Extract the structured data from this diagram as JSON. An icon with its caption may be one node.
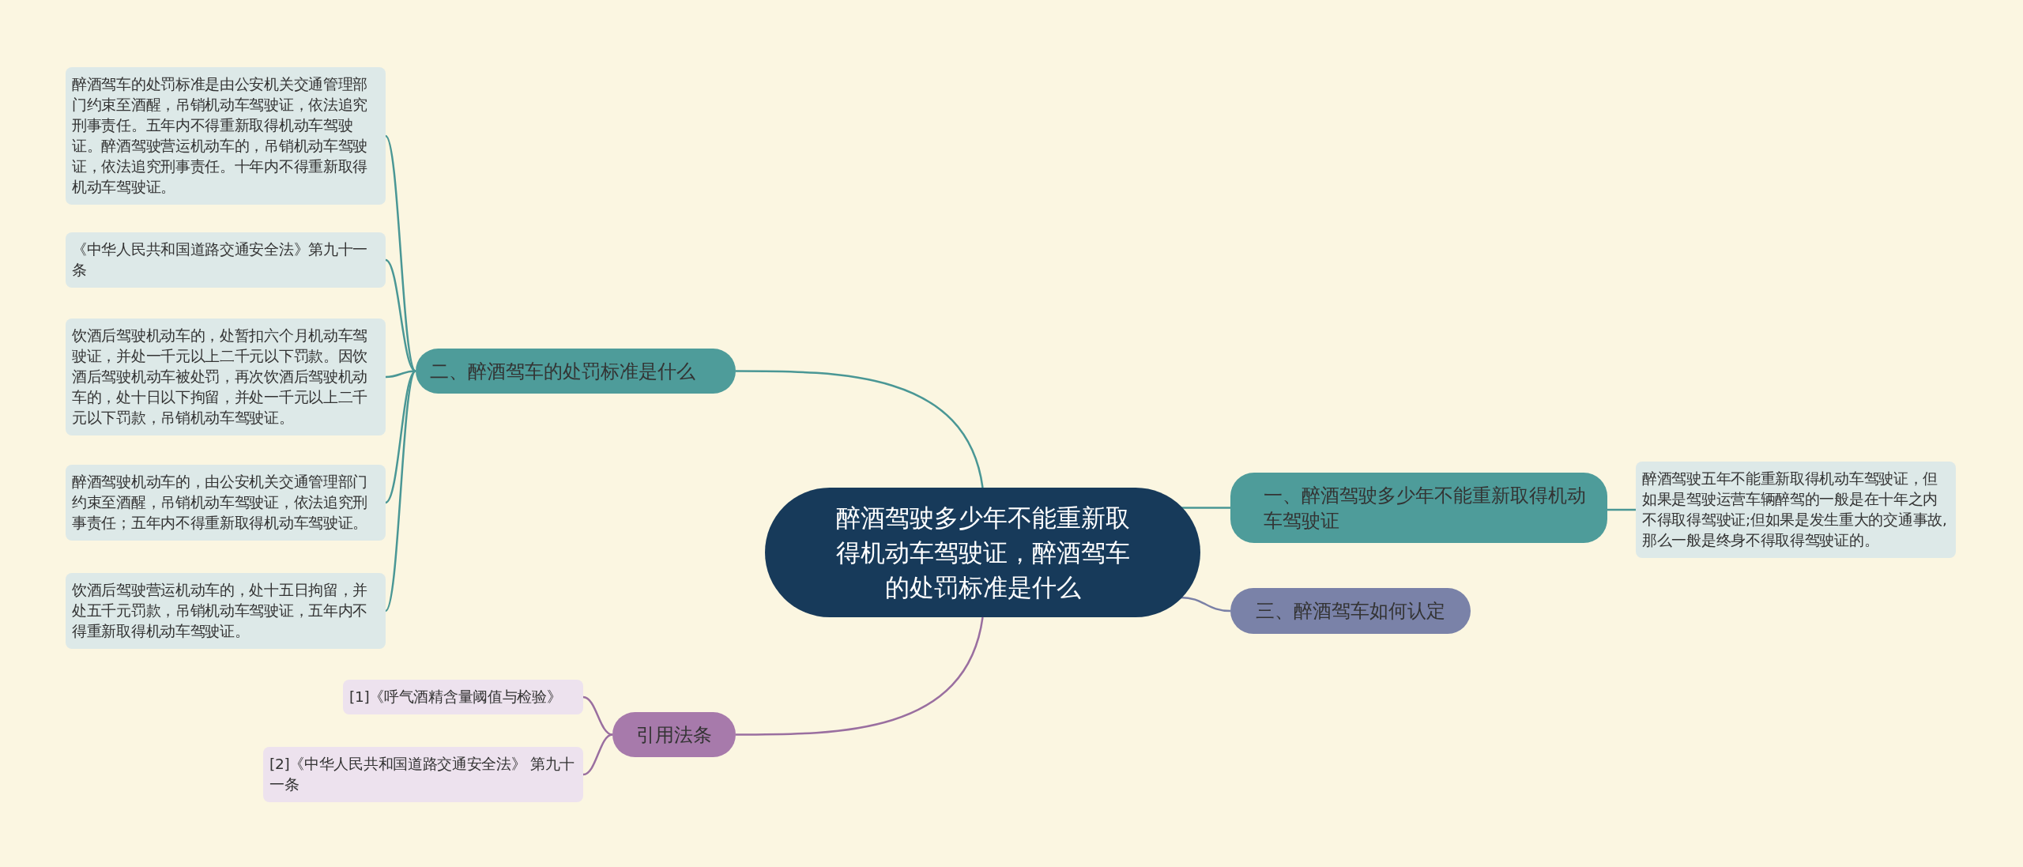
{
  "diagram": {
    "nodes": [
      {
        "text": [
          "醉酒驾驶多少年不能重新取得机动车驾驶证，醉酒驾车的处罚标准是什么"
        ]
      },
      {
        "text": [
          "二、醉酒驾车的处罚标准是什么"
        ]
      },
      {
        "text": [
          "醉酒驾车的处罚标准是由公安机关交通管理部门约束至酒醒，吊销机动车驾驶证，依法追究刑事责任。五年内不得重新取得机动车驾驶证。醉酒驾驶营运机动车的，吊销机动车驾驶证，依法追究刑事责任。十年内不得重新取得机动车驾驶证。"
        ]
      },
      {
        "text": [
          "《中华人民共和国道路交通安全法》第九十一条"
        ]
      },
      {
        "text": [
          "饮酒后驾驶机动车的，处暂扣六个月机动车驾驶证，并处一千元以上二千元以下罚款。因饮酒后驾驶机动车被处罚，再次饮酒后驾驶机动车的，处十日以下拘留，并处一千元以上二千元以下罚款，吊销机动车驾驶证。"
        ]
      },
      {
        "text": [
          "醉酒驾驶机动车的，由公安机关交通管理部门约束至酒醒，吊销机动车驾驶证，依法追究刑事责任；五年内不得重新取得机动车驾驶证。"
        ]
      },
      {
        "text": [
          "饮酒后驾驶营运机动车的，处十五日拘留，并处五千元罚款，吊销机动车驾驶证，五年内不得重新取得机动车驾驶证。"
        ]
      },
      {
        "text": [
          "一、醉酒驾驶多少年不能重新取得机动车驾驶证"
        ]
      },
      {
        "text": [
          "醉酒驾驶五年不能重新取得机动车驾驶证，但如果是驾驶运营车辆醉驾的一般是在十年之内不得取得驾驶证;但如果是发生重大的交通事故,那么一般是终身不得取得驾驶证的。"
        ]
      },
      {
        "text": [
          "三、醉酒驾车如何认定"
        ]
      },
      {
        "text": [
          "引用法条"
        ]
      },
      {
        "text": [
          "[1]《呼气酒精含量阈值与检验》"
        ]
      },
      {
        "text": [
          "[2]《中华人民共和国道路交通安全法》 第九十一条"
        ]
      }
    ],
    "edges": [
      {
        "from": 0,
        "to": 1,
        "arrow": "none"
      },
      {
        "from": 1,
        "to": 2,
        "arrow": "none"
      },
      {
        "from": 1,
        "to": 3,
        "arrow": "none"
      },
      {
        "from": 1,
        "to": 4,
        "arrow": "none"
      },
      {
        "from": 1,
        "to": 5,
        "arrow": "none"
      },
      {
        "from": 1,
        "to": 6,
        "arrow": "none"
      },
      {
        "from": 0,
        "to": 7,
        "arrow": "none"
      },
      {
        "from": 7,
        "to": 8,
        "arrow": "none"
      },
      {
        "from": 0,
        "to": 9,
        "arrow": "none",
        "color": "#7a80a6"
      },
      {
        "from": 0,
        "to": 10,
        "arrow": "none",
        "color": "#9a6fa0"
      },
      {
        "from": 10,
        "to": 11,
        "arrow": "none",
        "color": "#9a6fa0"
      },
      {
        "from": 10,
        "to": 12,
        "arrow": "none",
        "color": "#9a6fa0"
      }
    ]
  }
}
